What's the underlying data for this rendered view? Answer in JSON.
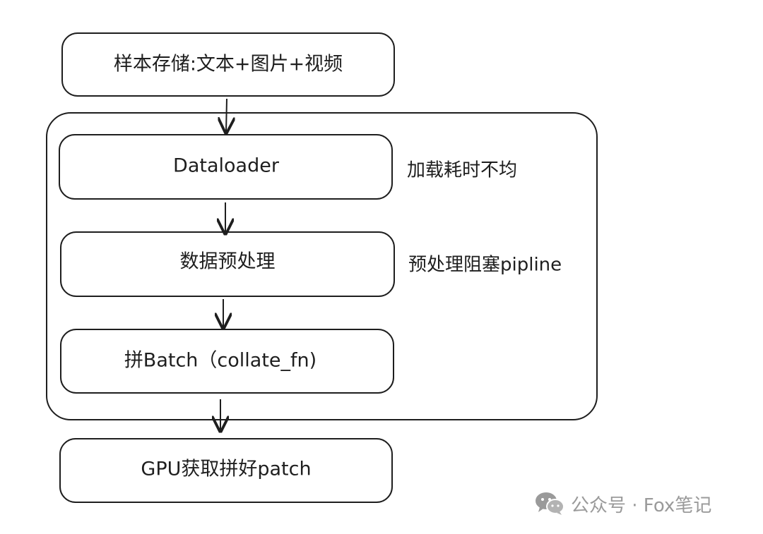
{
  "diagram": {
    "nodes": {
      "storage": "样本存储:文本+图片+视频",
      "dataloader": "Dataloader",
      "preprocess": "数据预处理",
      "batch": "拼Batch（collate_fn)",
      "gpu": "GPU获取拼好patch"
    },
    "notes": {
      "load_uneven": "加载耗时不均",
      "preprocess_block": "预处理阻塞pipline"
    }
  },
  "watermark": {
    "text": "公众号 · Fox笔记",
    "icon": "wechat-icon"
  }
}
